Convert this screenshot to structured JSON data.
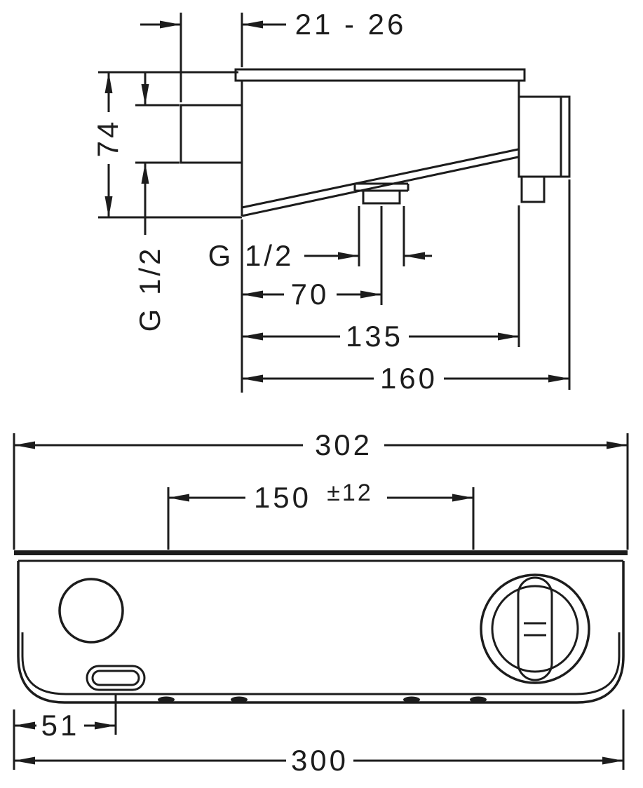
{
  "page": {
    "background": "#ffffff",
    "line_color": "#1c1c1c",
    "type": "technical dimension drawing, shower mixer with shelf"
  },
  "side_view": {
    "dimensions": {
      "wall_clearance": "21 - 26",
      "body_height": "74",
      "wall_connection_thread": "G 1/2",
      "spout_thread": "G 1/2",
      "spout_offset_depth": "70",
      "body_depth": "135",
      "overall_depth": "160"
    }
  },
  "front_view": {
    "dimensions": {
      "shelf_width": "302",
      "connection_centres": "150",
      "connection_tolerance": "±12",
      "spout_offset": "51",
      "body_width": "300"
    }
  }
}
